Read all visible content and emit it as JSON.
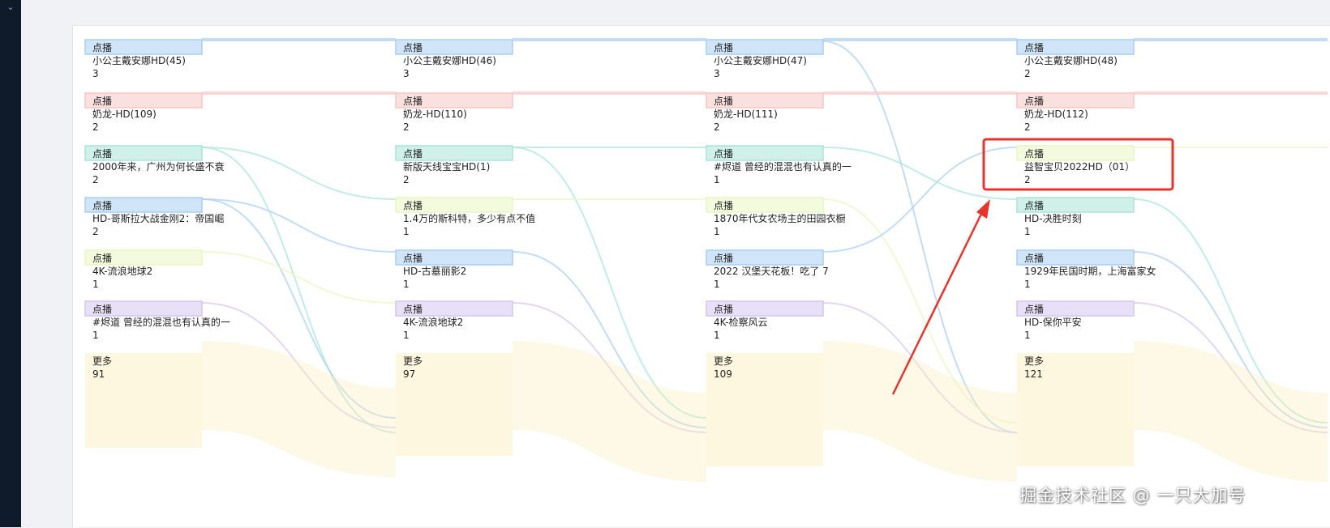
{
  "chart_data": {
    "type": "sankey",
    "columns": [
      {
        "nodes": [
          {
            "type_label": "点播",
            "title": "小公主戴安娜HD(45)",
            "count": "3",
            "color": "#a9cff2"
          },
          {
            "type_label": "点播",
            "title": "奶龙-HD(109)",
            "count": "2",
            "color": "#f7c6c6"
          },
          {
            "type_label": "点播",
            "title": "2000年来，广州为何长盛不衰",
            "count": "2",
            "color": "#a8e6d8"
          },
          {
            "type_label": "点播",
            "title": "HD-哥斯拉大战金刚2：帝国崛",
            "count": "2",
            "color": "#a9cff2"
          },
          {
            "type_label": "点播",
            "title": "4K-流浪地球2",
            "count": "1",
            "color": "#eaf6c2"
          },
          {
            "type_label": "点播",
            "title": "#烬道 曾经的混混也有认真的一",
            "count": "1",
            "color": "#d6c6ef"
          },
          {
            "type_label": "更多",
            "title": "",
            "count": "91",
            "color": "#fcedb8"
          }
        ]
      },
      {
        "nodes": [
          {
            "type_label": "点播",
            "title": "小公主戴安娜HD(46)",
            "count": "3",
            "color": "#a9cff2"
          },
          {
            "type_label": "点播",
            "title": "奶龙-HD(110)",
            "count": "2",
            "color": "#f7c6c6"
          },
          {
            "type_label": "点播",
            "title": "新版天线宝宝HD(1)",
            "count": "2",
            "color": "#a8e6d8"
          },
          {
            "type_label": "点播",
            "title": "1.4万的斯科特，多少有点不值",
            "count": "1",
            "color": "#eaf6c2"
          },
          {
            "type_label": "点播",
            "title": "HD-古墓丽影2",
            "count": "1",
            "color": "#a9cff2"
          },
          {
            "type_label": "点播",
            "title": "4K-流浪地球2",
            "count": "1",
            "color": "#d6c6ef"
          },
          {
            "type_label": "更多",
            "title": "",
            "count": "97",
            "color": "#fcedb8"
          }
        ]
      },
      {
        "nodes": [
          {
            "type_label": "点播",
            "title": "小公主戴安娜HD(47)",
            "count": "3",
            "color": "#a9cff2"
          },
          {
            "type_label": "点播",
            "title": "奶龙-HD(111)",
            "count": "2",
            "color": "#f7c6c6"
          },
          {
            "type_label": "点播",
            "title": "#烬道 曾经的混混也有认真的一",
            "count": "1",
            "color": "#a8e6d8"
          },
          {
            "type_label": "点播",
            "title": "1870年代女农场主的田园衣橱",
            "count": "1",
            "color": "#eaf6c2"
          },
          {
            "type_label": "点播",
            "title": "2022 汉堡天花板！吃了 7",
            "count": "1",
            "color": "#a9cff2"
          },
          {
            "type_label": "点播",
            "title": "4K-检察风云",
            "count": "1",
            "color": "#d6c6ef"
          },
          {
            "type_label": "更多",
            "title": "",
            "count": "109",
            "color": "#fcedb8"
          }
        ]
      },
      {
        "nodes": [
          {
            "type_label": "点播",
            "title": "小公主戴安娜HD(48)",
            "count": "2",
            "color": "#a9cff2"
          },
          {
            "type_label": "点播",
            "title": "奶龙-HD(112)",
            "count": "2",
            "color": "#f7c6c6"
          },
          {
            "type_label": "点播",
            "title": "益智宝贝2022HD（01）",
            "count": "2",
            "color": "#eaf6c2"
          },
          {
            "type_label": "点播",
            "title": "HD-决胜时刻",
            "count": "1",
            "color": "#a8e6d8"
          },
          {
            "type_label": "点播",
            "title": "1929年民国时期，上海富家女",
            "count": "1",
            "color": "#a9cff2"
          },
          {
            "type_label": "点播",
            "title": "HD-保你平安",
            "count": "1",
            "color": "#d6c6ef"
          },
          {
            "type_label": "更多",
            "title": "",
            "count": "121",
            "color": "#fcedb8"
          }
        ]
      }
    ],
    "links": [
      {
        "from": [
          0,
          0
        ],
        "to": [
          1,
          0
        ]
      },
      {
        "from": [
          1,
          0
        ],
        "to": [
          2,
          0
        ]
      },
      {
        "from": [
          2,
          0
        ],
        "to": [
          3,
          0
        ]
      },
      {
        "from": [
          2,
          0
        ],
        "to": [
          3,
          6
        ]
      },
      {
        "from": [
          0,
          1
        ],
        "to": [
          1,
          1
        ]
      },
      {
        "from": [
          1,
          1
        ],
        "to": [
          2,
          1
        ]
      },
      {
        "from": [
          2,
          1
        ],
        "to": [
          3,
          1
        ]
      },
      {
        "from": [
          0,
          2
        ],
        "to": [
          1,
          3
        ]
      },
      {
        "from": [
          0,
          2
        ],
        "to": [
          1,
          6
        ]
      },
      {
        "from": [
          0,
          3
        ],
        "to": [
          1,
          4
        ]
      },
      {
        "from": [
          0,
          3
        ],
        "to": [
          1,
          6
        ]
      },
      {
        "from": [
          0,
          4
        ],
        "to": [
          1,
          5
        ]
      },
      {
        "from": [
          0,
          5
        ],
        "to": [
          1,
          6
        ]
      },
      {
        "from": [
          0,
          6
        ],
        "to": [
          1,
          6
        ]
      },
      {
        "from": [
          1,
          2
        ],
        "to": [
          2,
          2
        ]
      },
      {
        "from": [
          1,
          2
        ],
        "to": [
          2,
          6
        ]
      },
      {
        "from": [
          1,
          3
        ],
        "to": [
          2,
          3
        ]
      },
      {
        "from": [
          1,
          4
        ],
        "to": [
          2,
          6
        ]
      },
      {
        "from": [
          1,
          5
        ],
        "to": [
          2,
          6
        ]
      },
      {
        "from": [
          1,
          6
        ],
        "to": [
          2,
          6
        ]
      },
      {
        "from": [
          2,
          2
        ],
        "to": [
          3,
          3
        ]
      },
      {
        "from": [
          2,
          3
        ],
        "to": [
          3,
          6
        ]
      },
      {
        "from": [
          2,
          4
        ],
        "to": [
          3,
          2
        ]
      },
      {
        "from": [
          2,
          5
        ],
        "to": [
          3,
          6
        ]
      },
      {
        "from": [
          2,
          6
        ],
        "to": [
          3,
          6
        ]
      },
      {
        "from": [
          3,
          2
        ],
        "to": [
          4,
          2
        ]
      },
      {
        "from": [
          3,
          3
        ],
        "to": [
          4,
          6
        ]
      },
      {
        "from": [
          3,
          4
        ],
        "to": [
          4,
          6
        ]
      },
      {
        "from": [
          3,
          5
        ],
        "to": [
          4,
          6
        ]
      },
      {
        "from": [
          3,
          6
        ],
        "to": [
          4,
          6
        ]
      },
      {
        "from": [
          3,
          0
        ],
        "to": [
          4,
          0
        ]
      },
      {
        "from": [
          3,
          1
        ],
        "to": [
          4,
          1
        ]
      }
    ],
    "highlight": {
      "column": 3,
      "node": 2,
      "color": "#e8332a"
    }
  },
  "watermark": "掘金技术社区 @ 一只大加号",
  "sidebar_toggle_icon": "chevron-down-icon"
}
